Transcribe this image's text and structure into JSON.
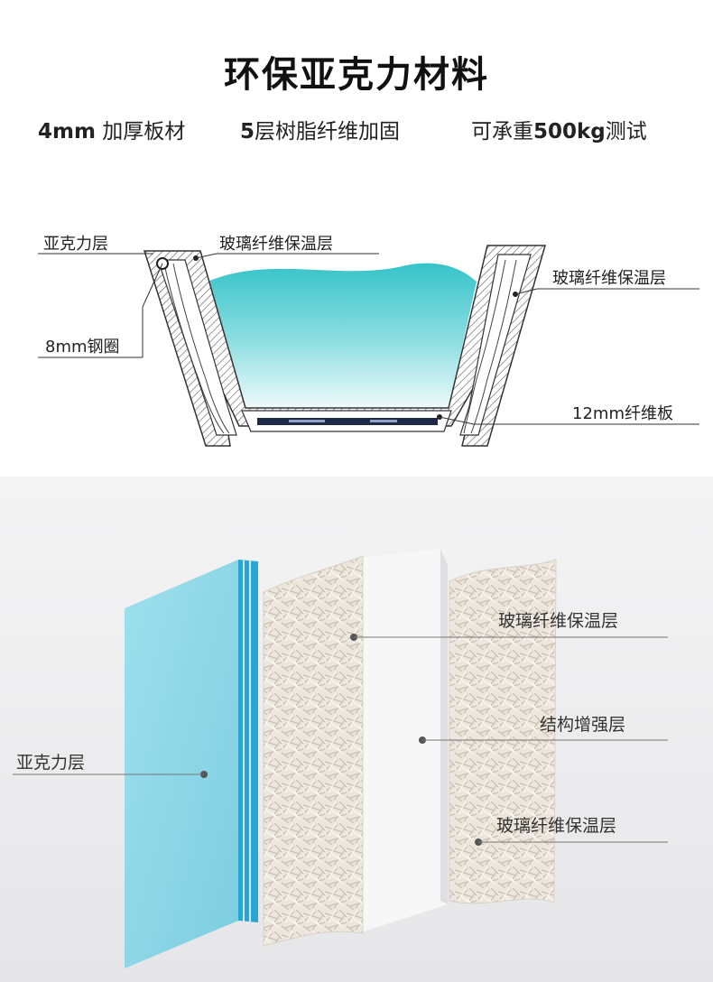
{
  "header": {
    "title": "环保亚克力材料",
    "features": [
      {
        "bold": "4mm",
        "text": " 加厚板材"
      },
      {
        "bold": "5",
        "text": "层树脂纤维加固"
      },
      {
        "prefix": "可承重",
        "bold": "500kg",
        "text": "测试"
      }
    ]
  },
  "cross_section": {
    "labels": {
      "acrylic": "亚克力层",
      "fiberglass_left": "玻璃纤维保温层",
      "fiberglass_right": "玻璃纤维保温层",
      "steel_ring": "8mm钢圈",
      "fiber_board": "12mm纤维板"
    }
  },
  "layers": {
    "labels": {
      "acrylic": "亚克力层",
      "fiberglass_top": "玻璃纤维保温层",
      "structure": "结构增强层",
      "fiberglass_bottom": "玻璃纤维保温层"
    }
  },
  "colors": {
    "water_top": "#bfeff0",
    "water_bottom": "#2fc0c6",
    "acrylic_panel": "#8fd6e6"
  }
}
